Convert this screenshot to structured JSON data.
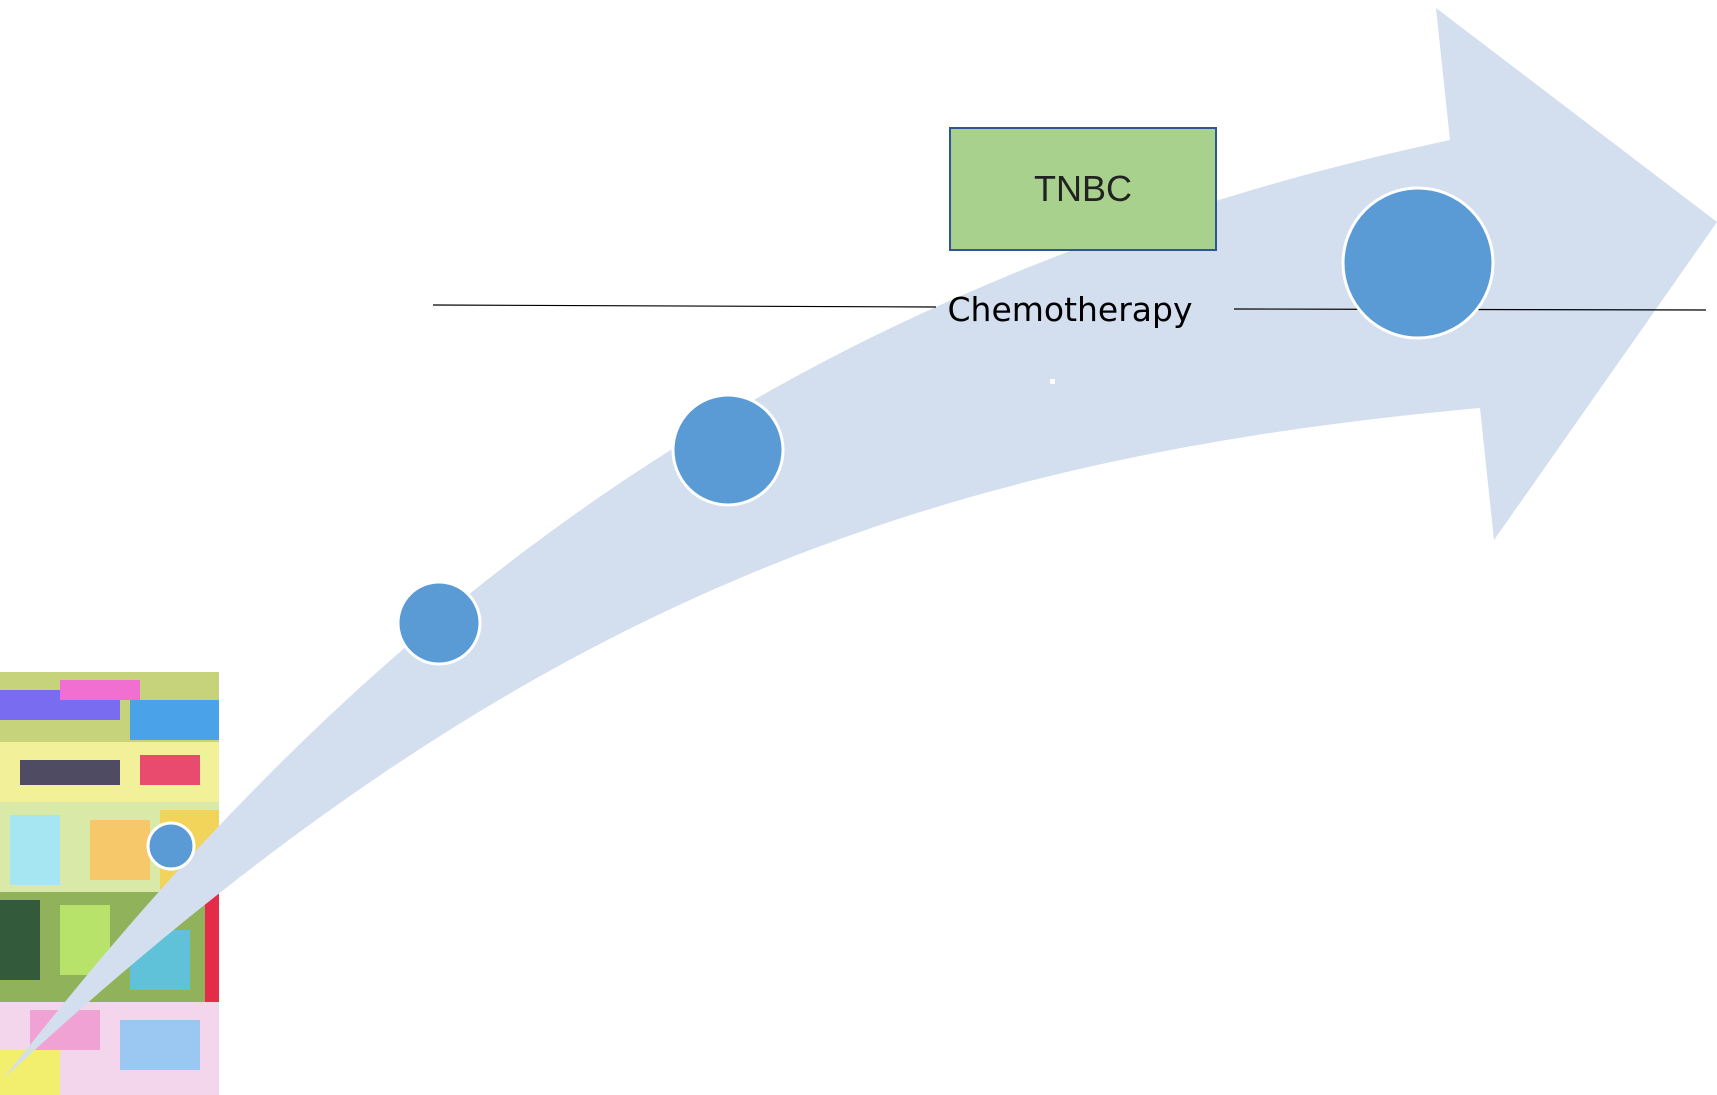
{
  "diagram": {
    "box_label": "TNBC",
    "line_label": "Chemotherapy",
    "colors": {
      "arrow": "#d3deee",
      "node": "#5b9bd5",
      "node_border": "#ffffff",
      "box_fill": "#a9d18e",
      "box_border": "#2f5597",
      "line": "#000000"
    },
    "nodes": [
      {
        "name": "timeline-node-1"
      },
      {
        "name": "timeline-node-2"
      },
      {
        "name": "timeline-node-3"
      },
      {
        "name": "timeline-node-4"
      }
    ]
  },
  "image": {
    "icon": "glitched-photo"
  }
}
